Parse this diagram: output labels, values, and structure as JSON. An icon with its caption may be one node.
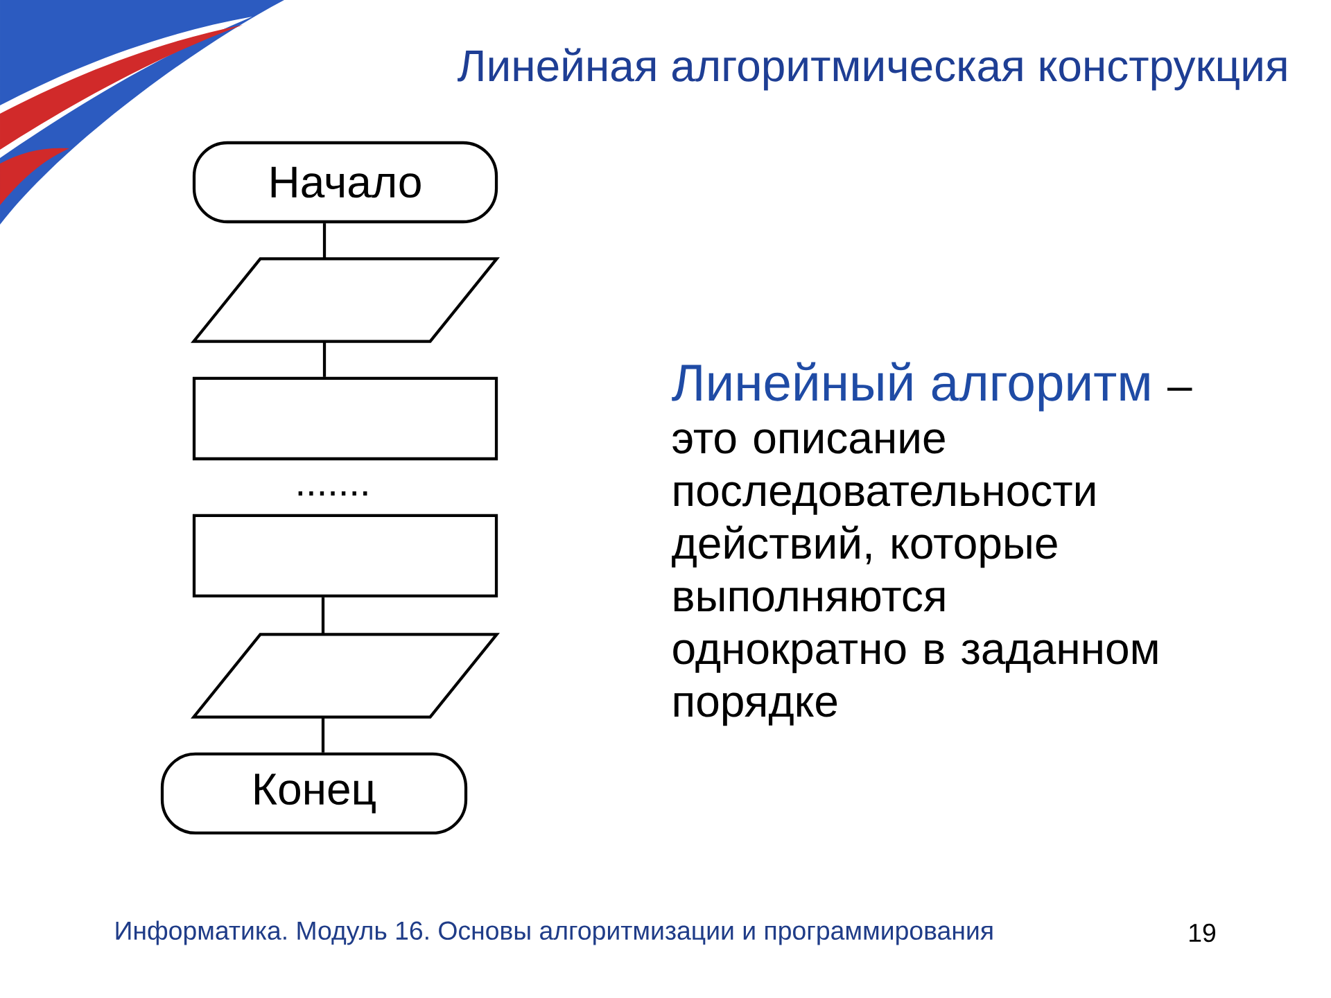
{
  "diagram": {
    "title": "Линейная алгоритмическая конструкция",
    "nodes": [
      {
        "text": [
          "Начало"
        ]
      },
      {
        "text": [],
        "shape": "parallelogram"
      },
      {
        "text": [],
        "shape": "box"
      },
      {
        "text": [],
        "shape": "box"
      },
      {
        "text": [],
        "shape": "parallelogram"
      },
      {
        "text": [
          "Конец"
        ]
      }
    ],
    "edges": [
      {
        "from": 0,
        "to": 1,
        "arrow": "none"
      },
      {
        "from": 1,
        "to": 2,
        "arrow": "none"
      },
      {
        "from": 3,
        "to": 4,
        "arrow": "none"
      },
      {
        "from": 4,
        "to": 5,
        "arrow": "none"
      }
    ],
    "labels": [
      "Линейный алгоритм",
      "– это описание последовательности действий, которые выполняются однократно в заданном порядке",
      ".......",
      "Информатика. Модуль 16. Основы алгоритмизации и программирования",
      "19"
    ]
  }
}
